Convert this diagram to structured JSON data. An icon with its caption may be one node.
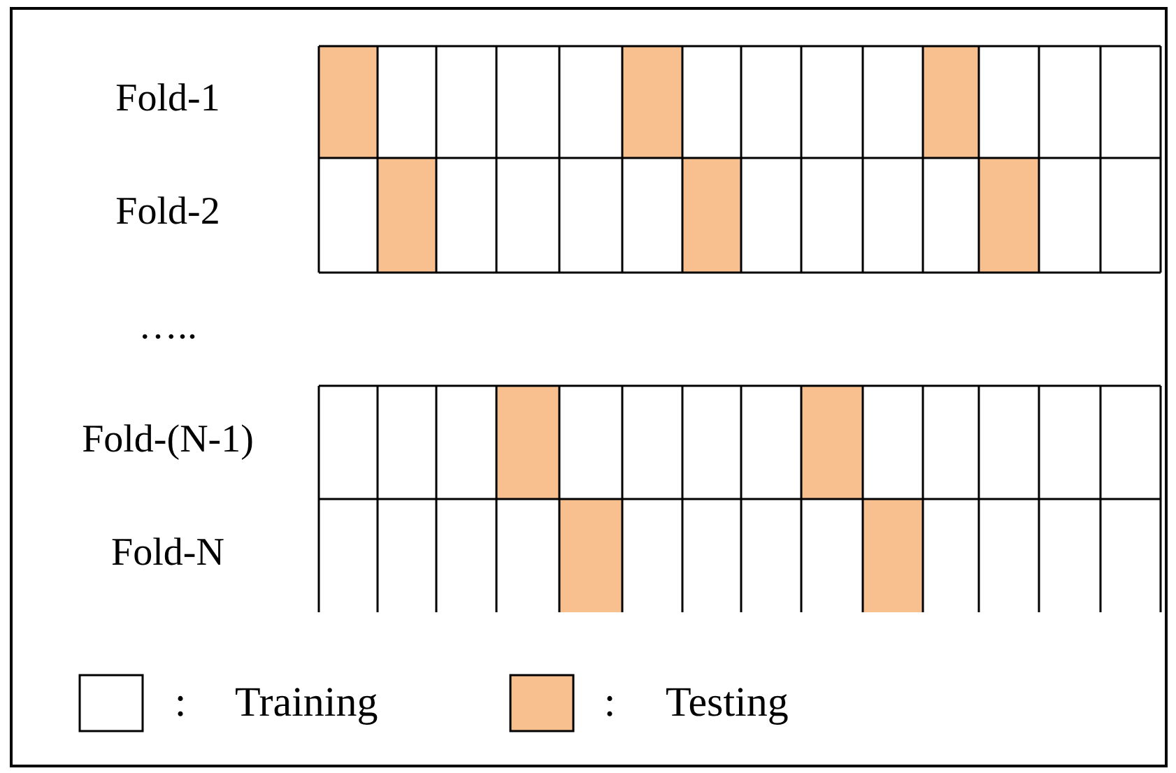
{
  "diagram": {
    "labels": [
      "Fold-1",
      "Fold-2",
      "…..",
      "Fold-(N-1)",
      "Fold-N",
      ":",
      ":"
    ],
    "legend": [
      {
        "text": "Training",
        "color": "#ffffff"
      },
      {
        "text": "Testing",
        "color": "#f8c08f"
      }
    ]
  }
}
